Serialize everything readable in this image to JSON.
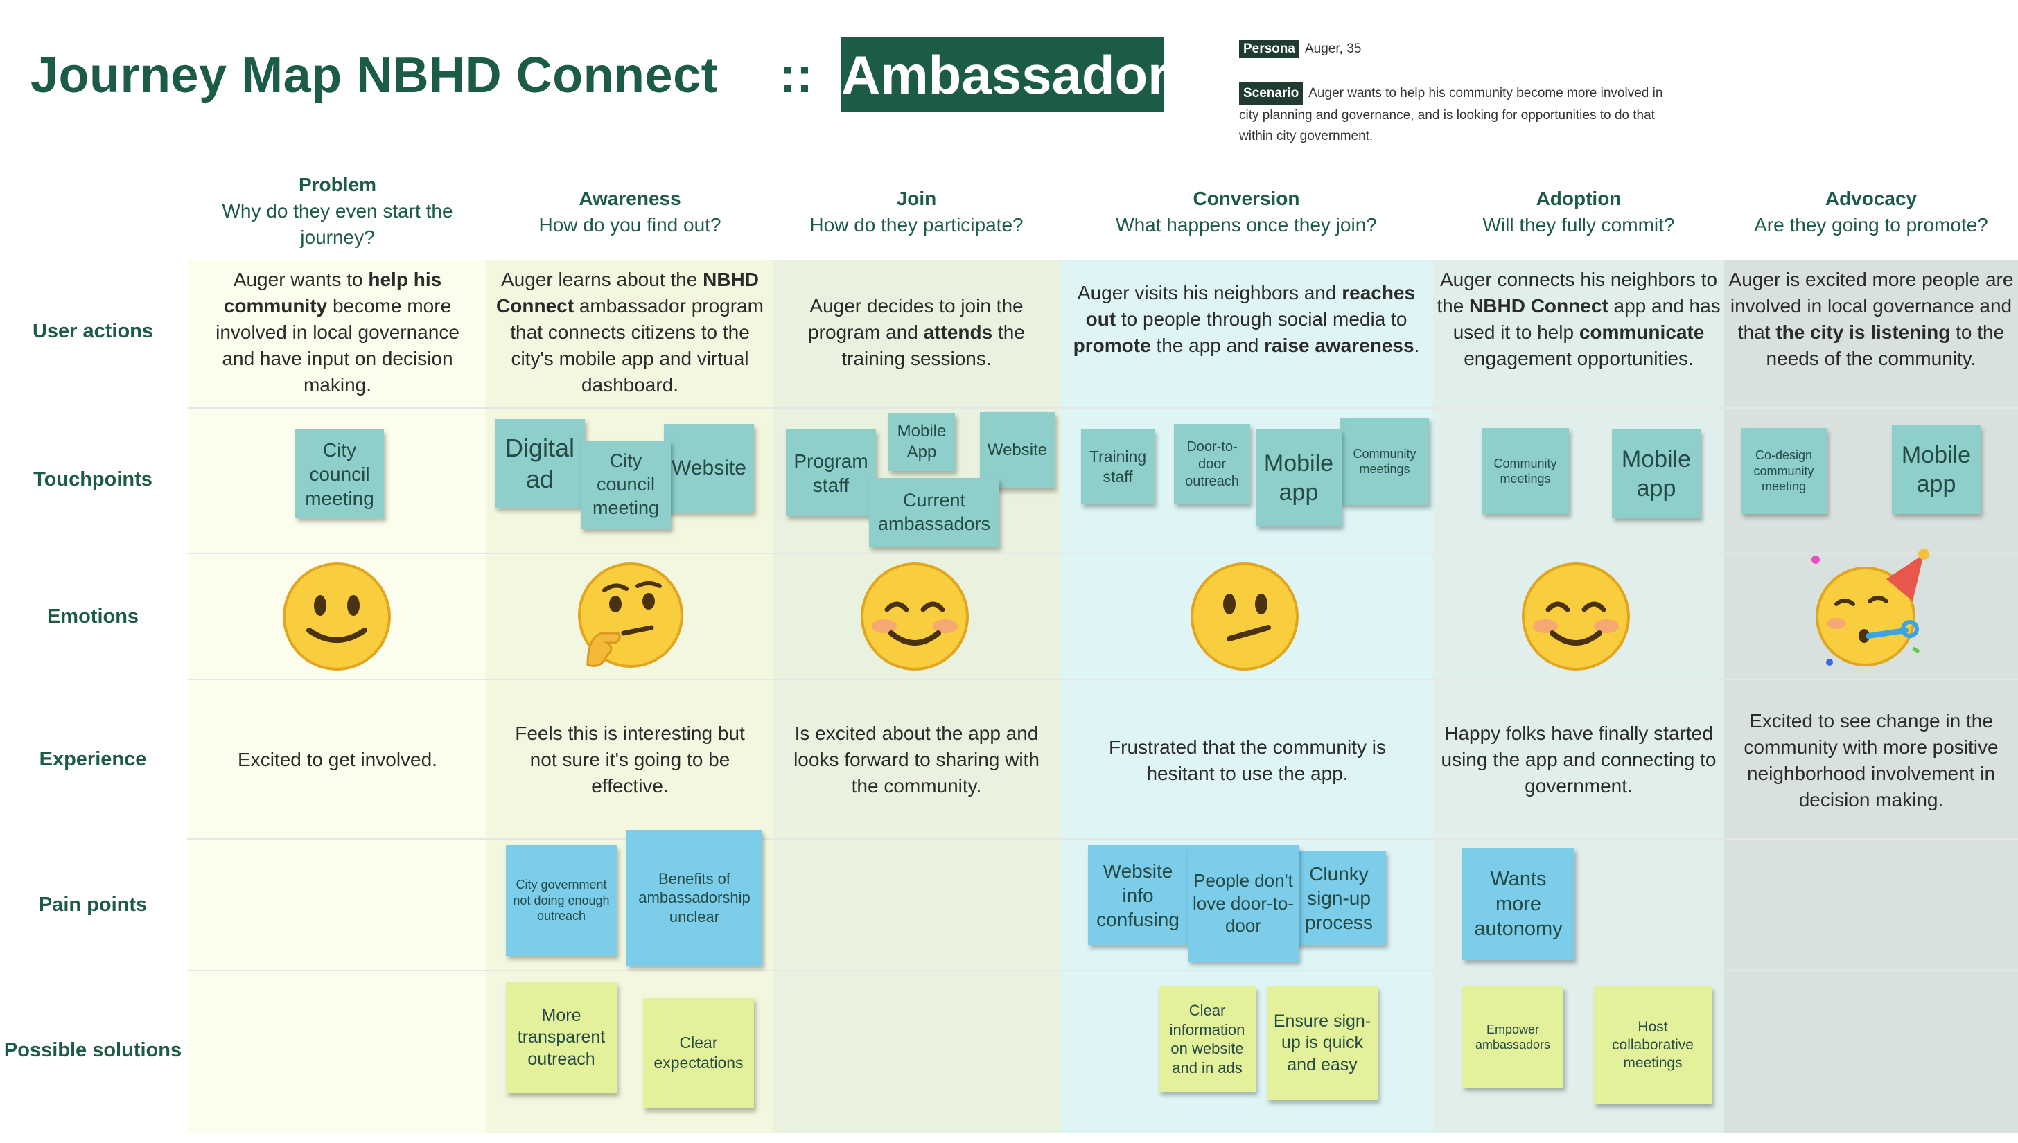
{
  "header": {
    "title": "Journey Map NBHD Connect",
    "separator": "::",
    "badge": "Ambassador",
    "persona_tag": "Persona",
    "persona_text": "Auger, 35",
    "scenario_tag": "Scenario",
    "scenario_text": "Auger wants to help his community become more involved in city planning and governance, and is looking for opportunities to do that within city government."
  },
  "rows": {
    "user_actions": "User actions",
    "touchpoints": "Touchpoints",
    "emotions": "Emotions",
    "experience": "Experience",
    "pain_points": "Pain points",
    "possible_solutions": "Possible solutions"
  },
  "stages": [
    {
      "name": "Problem",
      "question": "Why do they even start the journey?"
    },
    {
      "name": "Awareness",
      "question": "How do you find out?"
    },
    {
      "name": "Join",
      "question": "How do they participate?"
    },
    {
      "name": "Conversion",
      "question": "What happens once they join?"
    },
    {
      "name": "Adoption",
      "question": "Will they fully commit?"
    },
    {
      "name": "Advocacy",
      "question": "Are they going to promote?"
    }
  ],
  "actions": [
    [
      {
        "t": "Auger wants to ",
        "b": false
      },
      {
        "t": "help his community",
        "b": true
      },
      {
        "t": " become more involved in local governance and have input on decision making.",
        "b": false
      }
    ],
    [
      {
        "t": "Auger learns about the ",
        "b": false
      },
      {
        "t": "NBHD Connect",
        "b": true
      },
      {
        "t": " ambassador program that connects citizens to the city's mobile app and virtual dashboard.",
        "b": false
      }
    ],
    [
      {
        "t": "Auger decides to join the program and ",
        "b": false
      },
      {
        "t": "attends",
        "b": true
      },
      {
        "t": " the training sessions.",
        "b": false
      }
    ],
    [
      {
        "t": "Auger visits his neighbors and ",
        "b": false
      },
      {
        "t": "reaches out",
        "b": true
      },
      {
        "t": " to people through social media to ",
        "b": false
      },
      {
        "t": "promote",
        "b": true
      },
      {
        "t": " the app and ",
        "b": false
      },
      {
        "t": "raise awareness",
        "b": true
      },
      {
        "t": ".",
        "b": false
      }
    ],
    [
      {
        "t": "Auger connects his neighbors to the ",
        "b": false
      },
      {
        "t": "NBHD Connect",
        "b": true
      },
      {
        "t": " app and has used it to help ",
        "b": false
      },
      {
        "t": "communicate",
        "b": true
      },
      {
        "t": " engagement opportunities.",
        "b": false
      }
    ],
    [
      {
        "t": "Auger is excited more people are involved in local governance and that ",
        "b": false
      },
      {
        "t": "the city is listening",
        "b": true
      },
      {
        "t": " to the needs of the community.",
        "b": false
      }
    ]
  ],
  "touchpoints": {
    "problem": [
      "City council meeting"
    ],
    "awareness": [
      "Digital ad",
      "City council meeting",
      "Website"
    ],
    "join": [
      "Program staff",
      "Mobile App",
      "Website",
      "Current ambassadors"
    ],
    "conversion": [
      "Training staff",
      "Door-to-door outreach",
      "Mobile app",
      "Community meetings"
    ],
    "adoption": [
      "Community meetings",
      "Mobile app"
    ],
    "advocacy": [
      "Co-design community meeting",
      "Mobile app"
    ]
  },
  "emotions": [
    "slightly-smiling-face-icon",
    "thinking-face-icon",
    "smiling-face-with-smiling-eyes-icon",
    "confused-face-icon",
    "smiling-face-with-smiling-eyes-icon",
    "partying-face-icon"
  ],
  "experience": [
    "Excited to get involved.",
    "Feels this is interesting but not sure it's going to be effective.",
    "Is excited about the app and looks forward to sharing with the community.",
    "Frustrated that the community is hesitant to use the app.",
    "Happy folks have finally started using the app and connecting to government.",
    "Excited to see change in the community with more positive neighborhood involvement in decision making."
  ],
  "pain_points": {
    "awareness": [
      "City government not doing enough outreach",
      "Benefits of ambassadorship unclear"
    ],
    "conversion": [
      "Website info confusing",
      "People don't love door-to-door",
      "Clunky sign-up process"
    ],
    "adoption": [
      "Wants more autonomy"
    ]
  },
  "solutions": {
    "awareness": [
      "More transparent outreach",
      "Clear expectations"
    ],
    "conversion": [
      "Clear information on website and in ads",
      "Ensure sign-up is quick and easy"
    ],
    "adoption": [
      "Empower ambassadors",
      "Host collaborative meetings"
    ]
  },
  "colors": {
    "brand": "#1b5b48",
    "problem_bg": "#fdfdee",
    "awareness_bg": "#f3f7df",
    "join_bg": "#e9f2de",
    "conversion_bg": "#def4f5",
    "adoption_bg": "#e0eeec",
    "advocacy_bg": "#d9e1df",
    "sticky_teal": "#8fcfcb",
    "sticky_blue": "#7ccdea",
    "sticky_yellow": "#e3f29a"
  }
}
